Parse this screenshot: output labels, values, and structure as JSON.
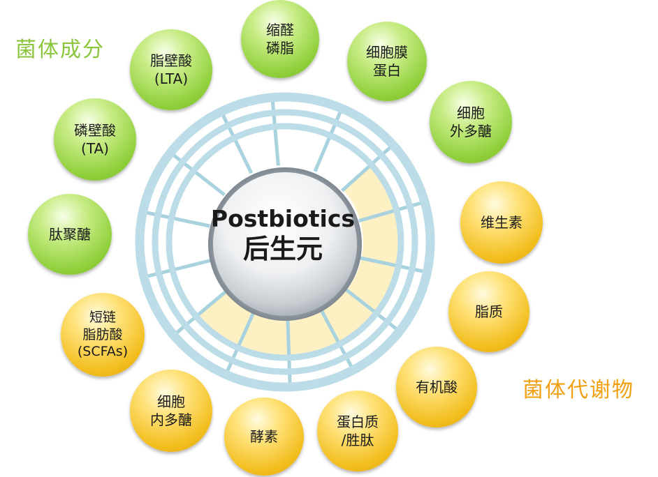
{
  "colors": {
    "green_title": "#8cc63e",
    "orange_title": "#f0a012",
    "ring": "#bcdde8",
    "spoke": "#a9d2df",
    "wedge_fill": "#fdf1c4"
  },
  "titles": {
    "components": "菌体成分",
    "metabolites": "菌体代谢物"
  },
  "center": {
    "english": "Postbiotics",
    "chinese": "后生元"
  },
  "nodes": [
    {
      "label": "缩醛\n磷脂",
      "group": "components"
    },
    {
      "label": "细胞膜\n蛋白",
      "group": "components"
    },
    {
      "label": "细胞\n外多醣",
      "group": "components"
    },
    {
      "label": "维生素",
      "group": "metabolites"
    },
    {
      "label": "脂质",
      "group": "metabolites"
    },
    {
      "label": "有机酸",
      "group": "metabolites"
    },
    {
      "label": "蛋白质\n/胜肽",
      "group": "metabolites"
    },
    {
      "label": "酵素",
      "group": "metabolites"
    },
    {
      "label": "细胞\n内多醣",
      "group": "metabolites"
    },
    {
      "label": "短链\n脂肪酸\n(SCFAs)",
      "group": "metabolites"
    },
    {
      "label": "肽聚醣",
      "group": "components"
    },
    {
      "label": "磷壁酸\n(TA)",
      "group": "components"
    },
    {
      "label": "脂壁酸\n(LTA)",
      "group": "components"
    }
  ]
}
